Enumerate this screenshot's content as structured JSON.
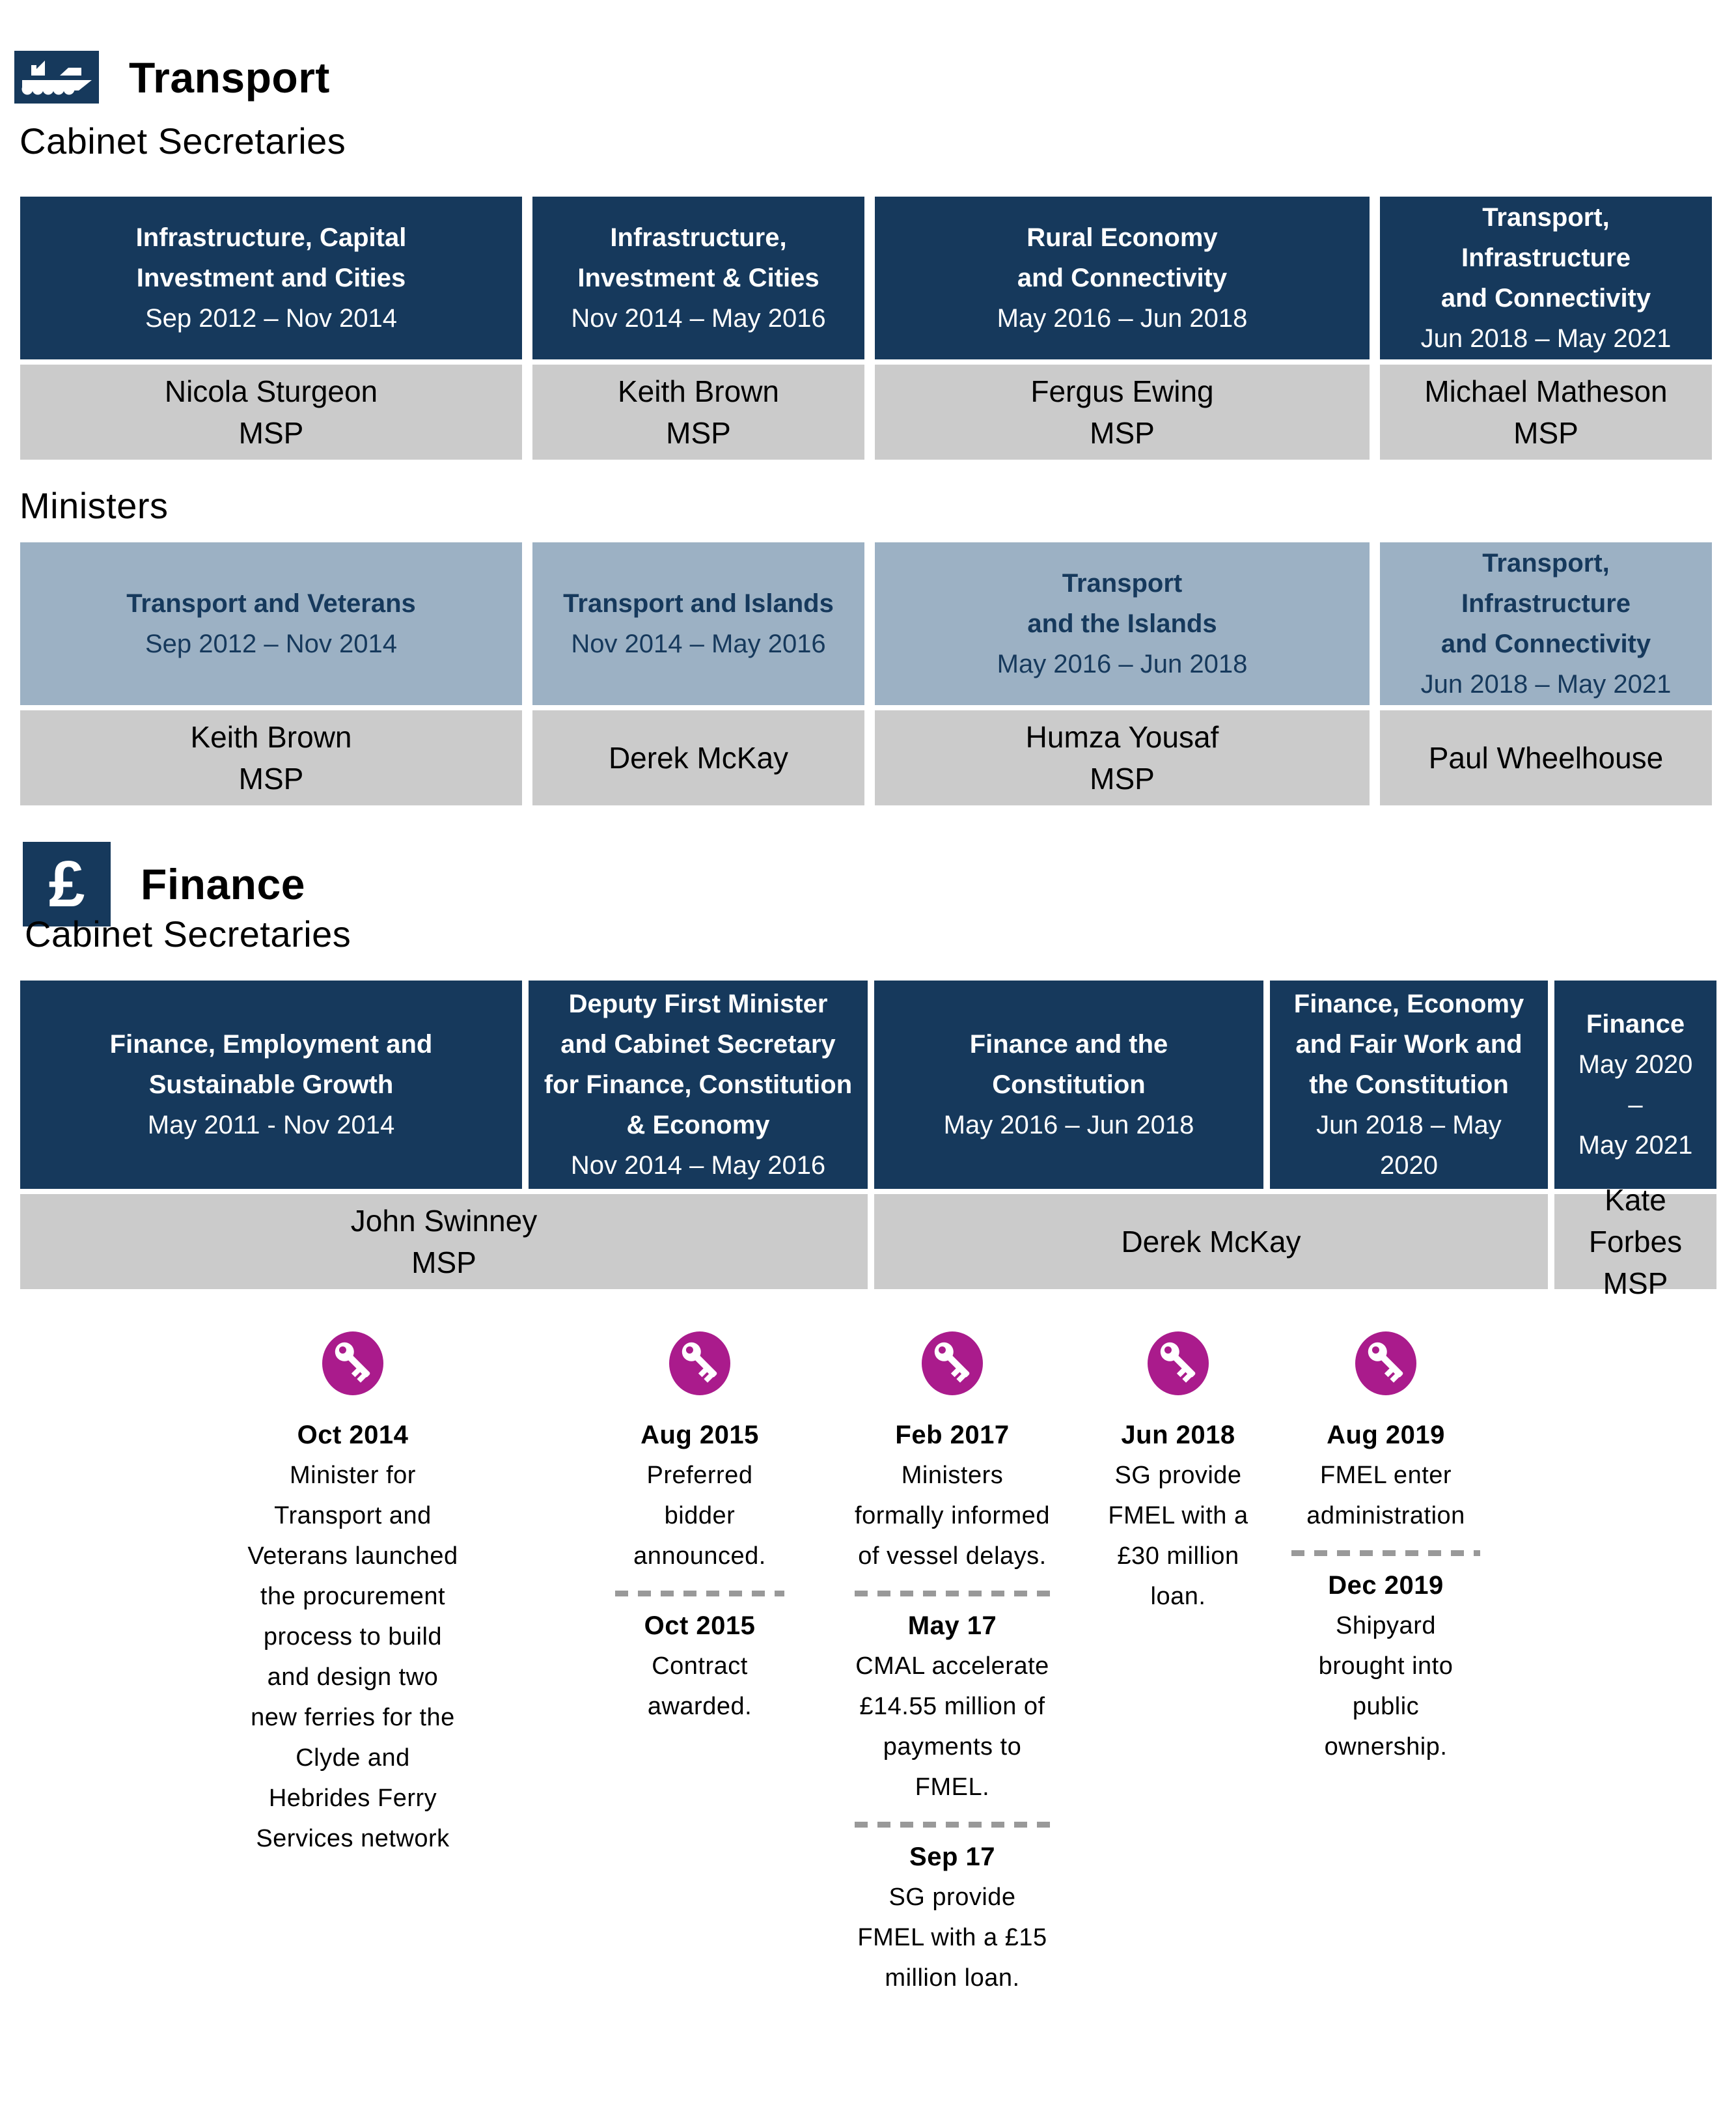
{
  "transport": {
    "title": "Transport",
    "cabinet_label": "Cabinet Secretaries",
    "ministers_label": "Ministers",
    "cabinet": [
      {
        "role": "Infrastructure, Capital\nInvestment and Cities",
        "dates": "Sep 2012 – Nov 2014",
        "name": "Nicola Sturgeon",
        "suffix": "MSP"
      },
      {
        "role": "Infrastructure,\nInvestment & Cities",
        "dates": "Nov 2014 – May 2016",
        "name": "Keith Brown",
        "suffix": "MSP"
      },
      {
        "role": "Rural Economy\nand Connectivity",
        "dates": "May 2016 – Jun 2018",
        "name": "Fergus Ewing",
        "suffix": "MSP"
      },
      {
        "role": "Transport,\nInfrastructure\nand Connectivity",
        "dates": "Jun 2018 – May 2021",
        "name": "Michael Matheson",
        "suffix": "MSP"
      }
    ],
    "ministers": [
      {
        "role": "Transport and Veterans",
        "dates": "Sep 2012 – Nov 2014",
        "name": "Keith Brown",
        "suffix": "MSP"
      },
      {
        "role": "Transport and Islands",
        "dates": "Nov 2014 – May 2016",
        "name": "Derek McKay",
        "suffix": ""
      },
      {
        "role": "Transport\nand the Islands",
        "dates": "May 2016 – Jun 2018",
        "name": "Humza Yousaf",
        "suffix": "MSP"
      },
      {
        "role": "Transport,\nInfrastructure\nand Connectivity",
        "dates": "Jun 2018 – May 2021",
        "name": "Paul Wheelhouse",
        "suffix": ""
      }
    ]
  },
  "finance": {
    "title": "Finance",
    "pound_symbol": "£",
    "cabinet_label": "Cabinet Secretaries",
    "cabinet": [
      {
        "role": "Finance, Employment and\nSustainable Growth",
        "dates": "May 2011 - Nov 2014"
      },
      {
        "role": "Deputy First Minister\nand Cabinet Secretary\nfor Finance, Constitution\n& Economy",
        "dates": "Nov 2014 – May 2016"
      },
      {
        "role": "Finance and the\nConstitution",
        "dates": "May 2016 – Jun 2018"
      },
      {
        "role": "Finance, Economy\nand Fair Work and\nthe Constitution",
        "dates": "Jun 2018 – May\n2020"
      },
      {
        "role": "Finance",
        "dates": "May 2020\n–\nMay 2021"
      }
    ],
    "names": [
      {
        "name": "John Swinney",
        "suffix": "MSP"
      },
      {
        "name": "Derek McKay",
        "suffix": ""
      },
      {
        "name": "Kate Forbes",
        "suffix": "MSP"
      }
    ]
  },
  "timeline": {
    "columns": [
      {
        "events": [
          {
            "date": "Oct 2014",
            "text": "Minister for Transport and Veterans launched the procurement process to build and design two new ferries for the Clyde and Hebrides Ferry Services network"
          }
        ]
      },
      {
        "events": [
          {
            "date": "Aug 2015",
            "text": "Preferred bidder announced."
          },
          {
            "date": "Oct 2015",
            "text": "Contract awarded."
          }
        ]
      },
      {
        "events": [
          {
            "date": "Feb 2017",
            "text": "Ministers formally informed of vessel delays."
          },
          {
            "date": "May 17",
            "text": "CMAL accelerate £14.55 million of payments to FMEL."
          },
          {
            "date": "Sep 17",
            "text": "SG provide FMEL with a £15 million loan."
          }
        ]
      },
      {
        "events": [
          {
            "date": "Jun 2018",
            "text": "SG provide FMEL with a £30 million loan."
          }
        ]
      },
      {
        "events": [
          {
            "date": "Aug 2019",
            "text": "FMEL enter administration"
          },
          {
            "date": "Dec 2019",
            "text": "Shipyard brought into public ownership."
          }
        ]
      }
    ]
  },
  "colors": {
    "navy": "#16395C",
    "steel_blue": "#9CB1C4",
    "cell_gray": "#CBCBCB",
    "magenta": "#AA1B8C",
    "dash_gray": "#999999"
  }
}
